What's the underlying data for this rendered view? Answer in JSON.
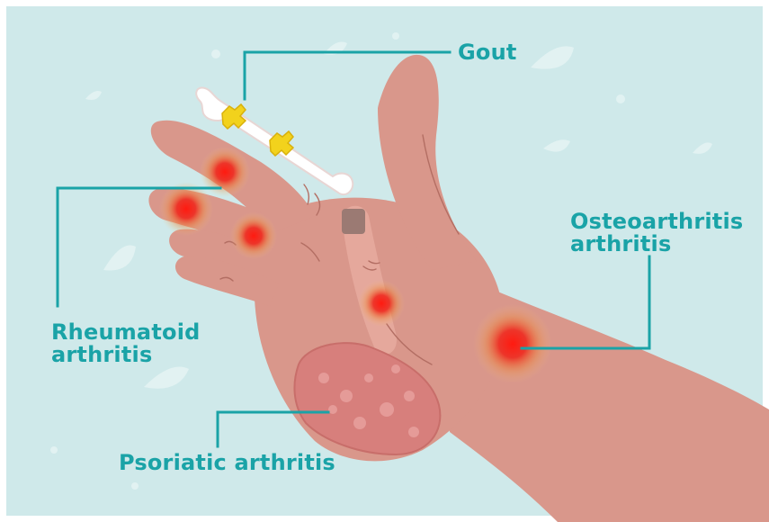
{
  "labels": {
    "gout": "Gout",
    "rheumatoid_line1": "Rheumatoid",
    "rheumatoid_line2": "arthritis",
    "osteo_line1": "Osteoarthritis",
    "osteo_line2": "arthritis",
    "psoriatic": "Psoriatic arthritis"
  },
  "colors": {
    "background": "#cfe9ea",
    "skin": "#d9978b",
    "skin_shadow": "#c98478",
    "label_teal": "#1aa3a7",
    "inflammation_red": "#e8231f",
    "gout_crystals": "#f2d21c",
    "bone": "#ffffff",
    "psoriasis_patch": "#c95f5f"
  },
  "icons": [
    "hand-illustration",
    "bone-icon",
    "inflammation-spot",
    "gout-crystal-icon",
    "psoriasis-patch"
  ]
}
